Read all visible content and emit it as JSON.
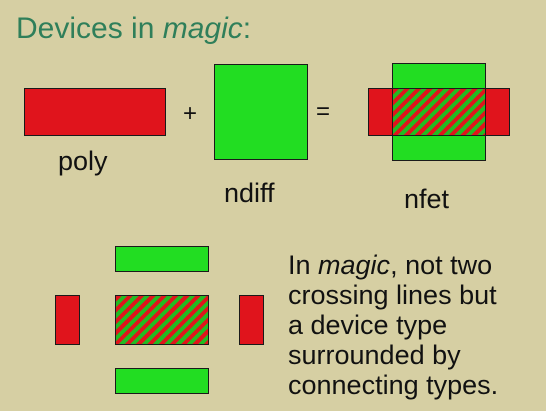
{
  "title": {
    "prefix": "Devices in ",
    "emph": "magic",
    "suffix": ":"
  },
  "equation": {
    "poly_label": "poly",
    "plus": "+",
    "ndiff_label": "ndiff",
    "equals": "=",
    "nfet_label": "nfet"
  },
  "description": {
    "line1_prefix": "In ",
    "line1_emph": "magic",
    "line1_suffix": ", not two",
    "line2": "crossing lines but",
    "line3": "a device type",
    "line4": "surrounded by",
    "line5": "connecting types."
  },
  "colors": {
    "poly": "#e0141c",
    "ndiff": "#22dd22",
    "background": "#d6cfa3",
    "title": "#2f7f5a"
  }
}
